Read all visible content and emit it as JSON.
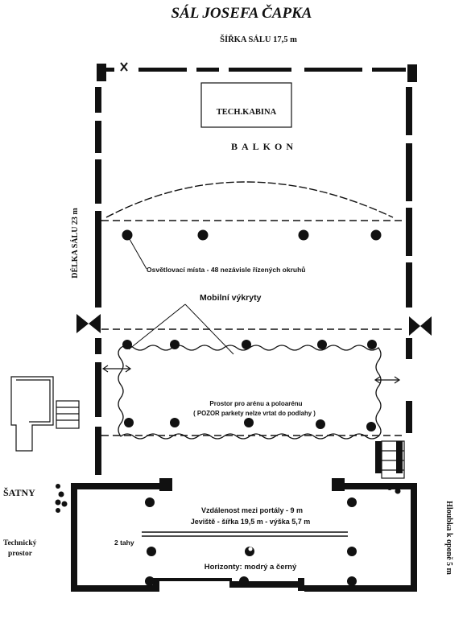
{
  "title": "SÁL JOSEFA ČAPKA",
  "hall_width_label": "ŠÍŘKA SÁLU  17,5 m",
  "hall_length_label": "DÉLKA SÁLU 23 m",
  "tech_booth_label": "TECH.KABINA",
  "balcony_label": "BALKON",
  "lighting_label": "Osvětlovací místa - 48 nezávisle řízených okruhů",
  "mobile_cutouts_label": "Mobilní výkryty",
  "arena_label_1": "Prostor pro arénu a poloarénu",
  "arena_label_2": "( POZOR  parkety nelze vrtat do podlahy )",
  "cloakroom_label": "ŠATNY",
  "technical_space_label_1": "Technický",
  "technical_space_label_2": "prostor",
  "portal_distance_label": "Vzdálenost mezi portály - 9 m",
  "stage_label": "Jeviště - šířka 19,5 m - výška 5,7 m",
  "two_tahy_label": "2 tahy",
  "horizons_label": "Horizonty: modrý a černý",
  "stage_depth_label": "Hloubka k oponě 5 m",
  "colors": {
    "ink": "#111111",
    "paper": "#ffffff"
  }
}
